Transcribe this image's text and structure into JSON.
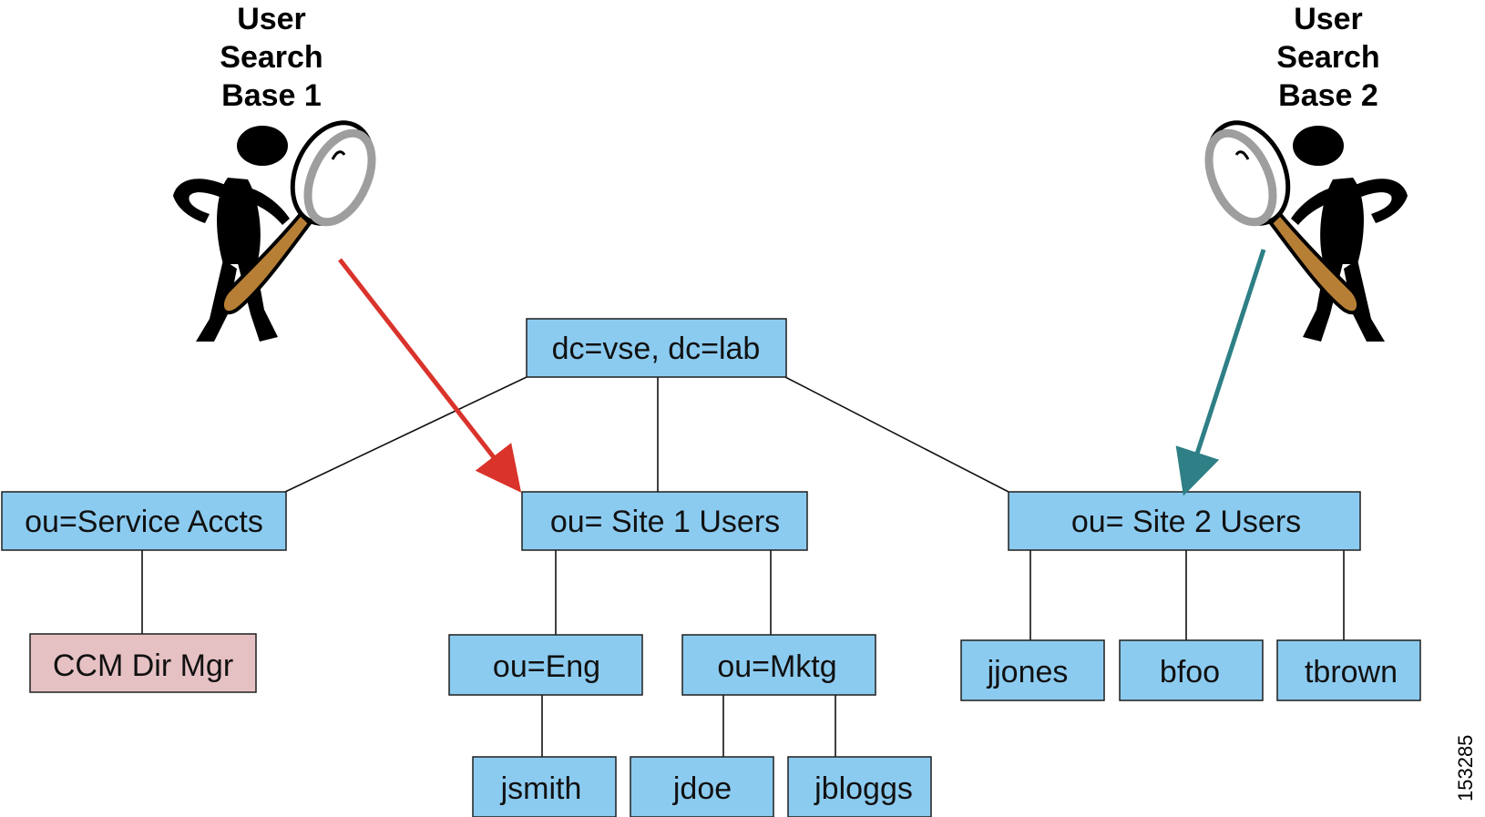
{
  "searchers": [
    {
      "label_lines": [
        "User",
        "Search",
        "Base 1"
      ],
      "arrow_color": "#d9332b",
      "targets": "site1"
    },
    {
      "label_lines": [
        "User",
        "Search",
        "Base 2"
      ],
      "arrow_color": "#2e7f86",
      "targets": "site2"
    }
  ],
  "tree": {
    "root": "dc=vse, dc=lab",
    "service_accts": "ou=Service Accts",
    "ccm_dir_mgr": "CCM Dir Mgr",
    "site1": "ou= Site 1 Users",
    "eng": "ou=Eng",
    "mktg": "ou=Mktg",
    "jsmith": "jsmith",
    "jdoe": "jdoe",
    "jbloggs": "jbloggs",
    "site2": "ou= Site 2 Users",
    "jjones": "jjones",
    "bfoo": "bfoo",
    "tbrown": "tbrown"
  },
  "colors": {
    "ou_fill": "#8ccbf0",
    "service_account_fill": "#e6c1c4",
    "handle": "#b77f35"
  },
  "figure_id": "153285"
}
